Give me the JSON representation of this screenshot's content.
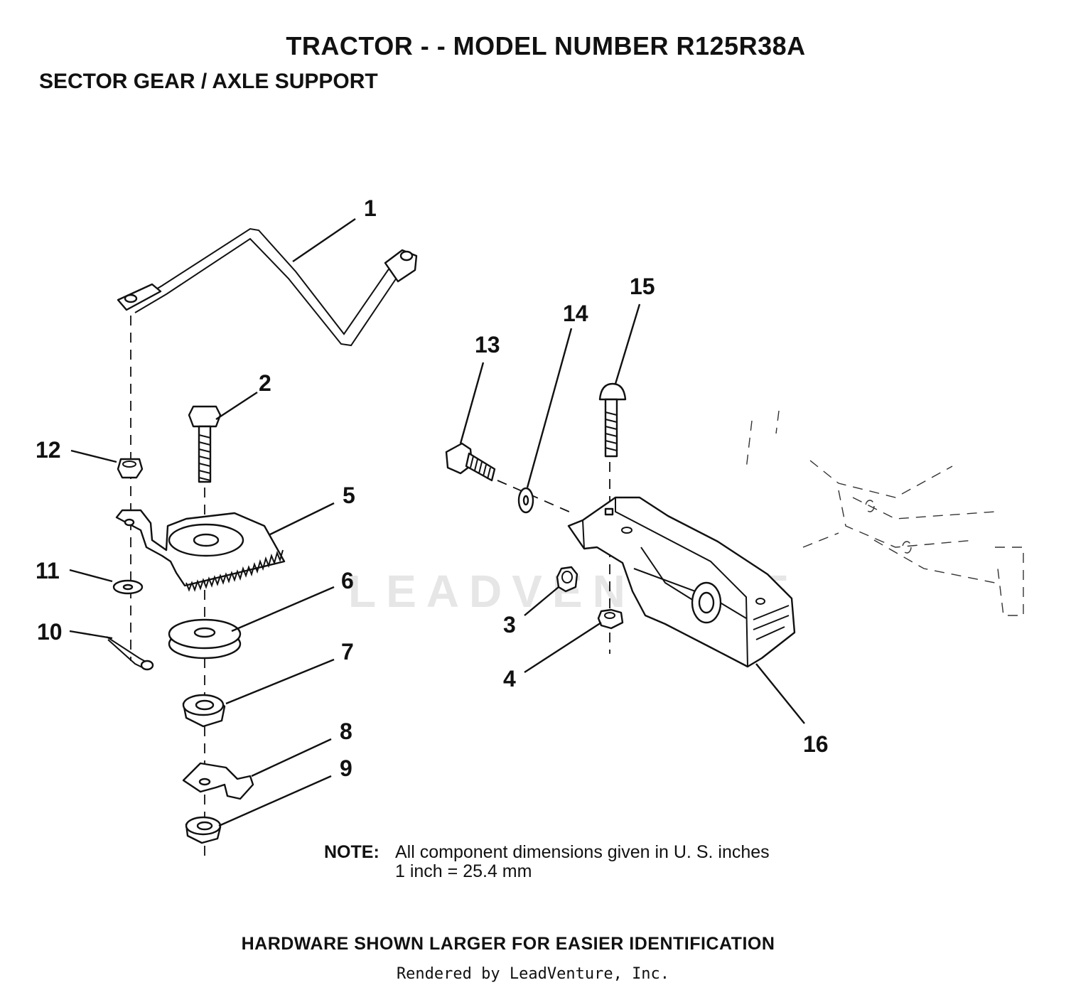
{
  "header": {
    "title": "TRACTOR - - MODEL NUMBER R125R38A",
    "subtitle": "SECTOR GEAR / AXLE SUPPORT"
  },
  "callouts": [
    "1",
    "2",
    "3",
    "4",
    "5",
    "6",
    "7",
    "8",
    "9",
    "10",
    "11",
    "12",
    "13",
    "14",
    "15",
    "16"
  ],
  "watermark": "LEADVENTURE",
  "note": {
    "label": "NOTE:",
    "line1": "All component dimensions given in U. S. inches",
    "line2": "1 inch = 25.4 mm"
  },
  "footer": {
    "hardware": "HARDWARE SHOWN LARGER FOR EASIER IDENTIFICATION",
    "rendered_by": "Rendered by LeadVenture, Inc."
  }
}
